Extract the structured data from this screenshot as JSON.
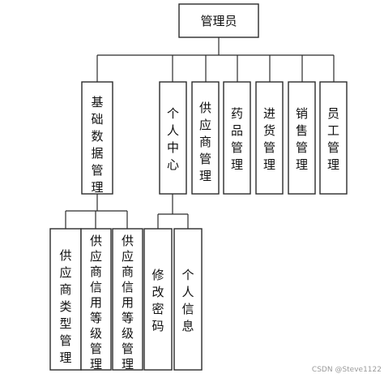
{
  "root": {
    "label": "管理员"
  },
  "modules": [
    {
      "id": "basic",
      "label": "基础数据管理"
    },
    {
      "id": "personal",
      "label": "个人中心"
    },
    {
      "id": "supplier",
      "label": "供应商管理"
    },
    {
      "id": "medicine",
      "label": "药品管理"
    },
    {
      "id": "purchase",
      "label": "进货管理"
    },
    {
      "id": "sales",
      "label": "销售管理"
    },
    {
      "id": "staff",
      "label": "员工管理"
    }
  ],
  "basic_children": [
    {
      "id": "supplier-type",
      "label": "供应商类型管理"
    },
    {
      "id": "supplier-credit-level",
      "label": "供应商信用等级管理"
    },
    {
      "id": "credit-level",
      "label": "供应商信用等级管理"
    }
  ],
  "personal_children": [
    {
      "id": "change-password",
      "label": "修改密码"
    },
    {
      "id": "personal-info",
      "label": "个人信息"
    }
  ],
  "watermark": "CSDN @Steve1122"
}
